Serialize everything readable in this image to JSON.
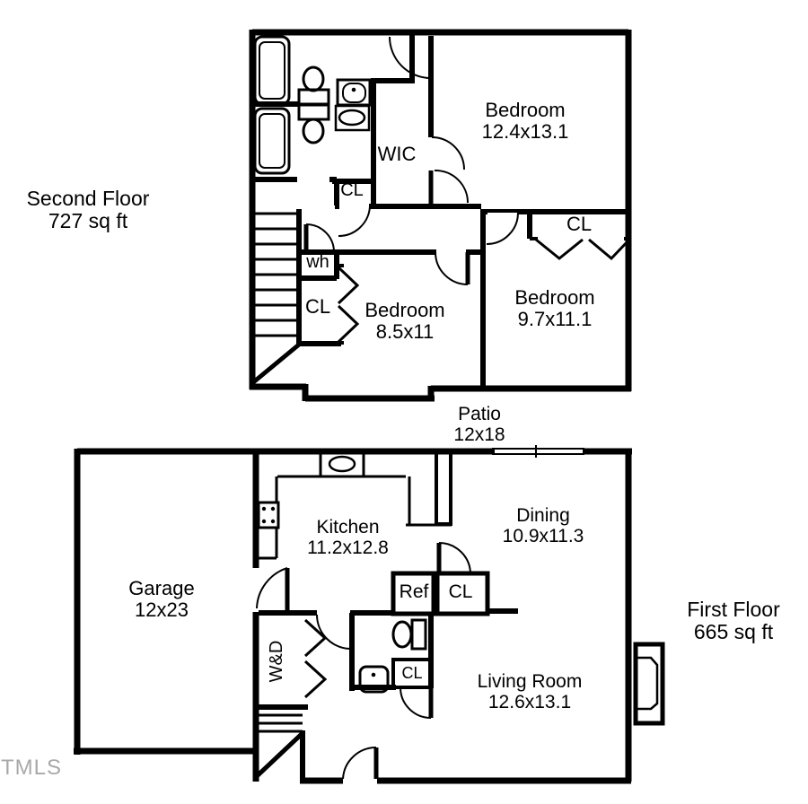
{
  "watermark": "TMLS",
  "second_floor": {
    "title": "Second Floor",
    "area": "727 sq ft",
    "bedroom_large": {
      "name": "Bedroom",
      "dims": "12.4x13.1"
    },
    "bedroom_mid": {
      "name": "Bedroom",
      "dims": "8.5x11"
    },
    "bedroom_small": {
      "name": "Bedroom",
      "dims": "9.7x11.1"
    },
    "wic": "WIC",
    "closet_hall": "CL",
    "closet_bedroom_mid": "CL",
    "closet_bedroom_small": "CL",
    "water_heater": "wh"
  },
  "first_floor": {
    "title": "First Floor",
    "area": "665 sq ft",
    "patio": {
      "name": "Patio",
      "dims": "12x18"
    },
    "kitchen": {
      "name": "Kitchen",
      "dims": "11.2x12.8"
    },
    "dining": {
      "name": "Dining",
      "dims": "10.9x11.3"
    },
    "garage": {
      "name": "Garage",
      "dims": "12x23"
    },
    "living_room": {
      "name": "Living Room",
      "dims": "12.6x13.1"
    },
    "refrigerator": "Ref",
    "closet_dining": "CL",
    "closet_bath": "CL",
    "washer_dryer": "W&D"
  },
  "colors": {
    "wall": "#000000",
    "background": "#ffffff",
    "watermark": "#a9a9a9"
  }
}
